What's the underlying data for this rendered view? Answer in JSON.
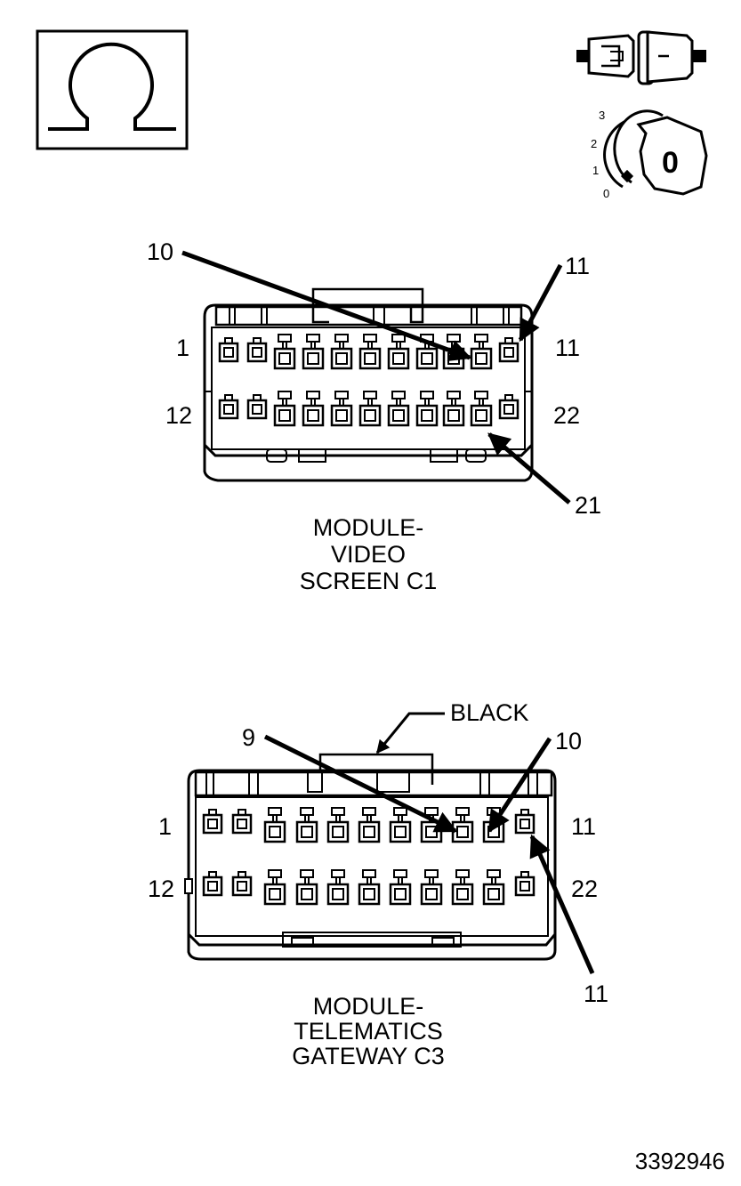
{
  "icons": {
    "ohm_symbol": "ohm-icon",
    "connector_icon": "disconnected-connector-icon",
    "ignition_icon": "ignition-key-icon",
    "ignition_scale": [
      "3",
      "2",
      "1",
      "0"
    ],
    "ignition_position": "0"
  },
  "connector_c1": {
    "caption": [
      "MODULE-",
      "VIDEO",
      "SCREEN C1"
    ],
    "pin_labels": {
      "left_top": "1",
      "right_top": "11",
      "left_bottom": "12",
      "right_bottom": "22"
    },
    "callouts": {
      "pin10": "10",
      "pin11": "11",
      "pin21": "21"
    }
  },
  "connector_c3": {
    "caption": [
      "MODULE-",
      "TELEMATICS",
      "GATEWAY C3"
    ],
    "color_label": "BLACK",
    "pin_labels": {
      "left_top": "1",
      "right_top": "11",
      "left_bottom": "12",
      "right_bottom": "22"
    },
    "callouts": {
      "pin9": "9",
      "pin10": "10",
      "pin11": "11"
    }
  },
  "figure_number": "3392946"
}
